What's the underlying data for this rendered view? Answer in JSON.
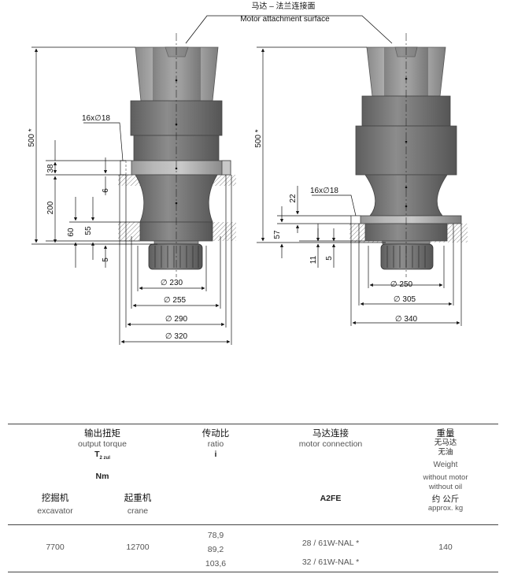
{
  "drawing": {
    "motor_surface_zh": "马达 – 法兰连接面",
    "motor_surface_en": "Motor attachment surface",
    "left": {
      "holes_label": "16x∅18",
      "dim_500": "500 *",
      "dim_38": "38",
      "dim_6": "6",
      "dim_200": "200",
      "dim_60": "60",
      "dim_55": "55",
      "dim_5": "5",
      "dia_230": "∅ 230",
      "dia_255": "∅ 255",
      "dia_290": "∅ 290",
      "dia_320": "∅ 320"
    },
    "right": {
      "holes_label": "16x∅18",
      "dim_500": "500 *",
      "dim_22": "22",
      "dim_57": "57",
      "dim_11": "11",
      "dim_5": "5",
      "dia_250": "∅ 250",
      "dia_305": "∅ 305",
      "dia_340": "∅ 340"
    }
  },
  "table": {
    "torque_zh": "输出扭矩",
    "torque_en": "output torque",
    "torque_sym": "T",
    "torque_sub": "2 zul",
    "torque_unit": "Nm",
    "excavator_zh": "挖掘机",
    "excavator_en": "excavator",
    "crane_zh": "起重机",
    "crane_en": "crane",
    "ratio_zh": "传动比",
    "ratio_en": "ratio",
    "ratio_sym": "i",
    "motor_zh": "马达连接",
    "motor_en": "motor connection",
    "motor_type": "A2FE",
    "weight_zh": "重量",
    "weight_note_zh_1": "无马达",
    "weight_note_zh_2": "无油",
    "weight_en": "Weight",
    "weight_note_en_1": "without motor",
    "weight_note_en_2": "without oil",
    "weight_unit_zh": "约   公斤",
    "weight_unit_en": "approx. kg",
    "row": {
      "excavator": "7700",
      "crane": "12700",
      "ratios": [
        "78,9",
        "89,2",
        "103,6"
      ],
      "motors": [
        "28 / 61W-NAL  *",
        "32 / 61W-NAL  *"
      ],
      "weight": "140"
    }
  }
}
